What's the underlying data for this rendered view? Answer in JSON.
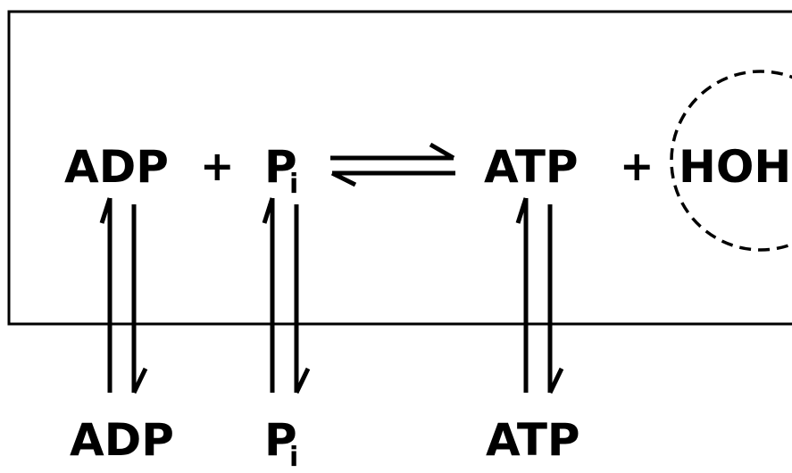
{
  "colors": {
    "ink": "#000000",
    "background": "#ffffff"
  },
  "top_row": {
    "adp": "ADP",
    "plus_1": "+",
    "pi_main": "P",
    "pi_sub": "i",
    "atp": "ATP",
    "plus_2": "+",
    "hoh": "HOH"
  },
  "bottom_row": {
    "adp": "ADP",
    "pi_main": "P",
    "pi_sub": "i",
    "atp": "ATP"
  }
}
